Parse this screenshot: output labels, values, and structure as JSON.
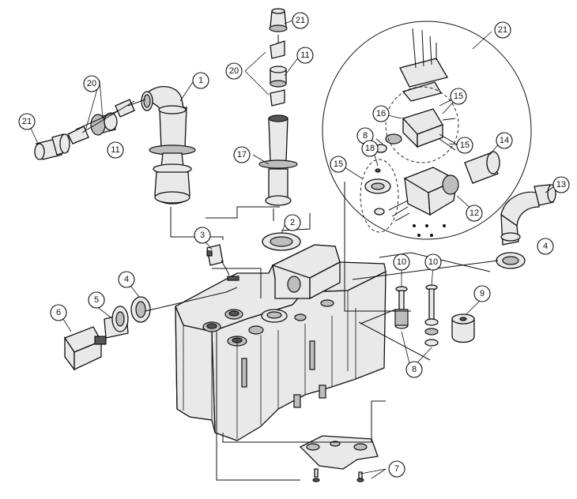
{
  "callouts": {
    "c1": "1",
    "c2": "2",
    "c3": "3",
    "c4a": "4",
    "c4b": "4",
    "c5": "5",
    "c6": "6",
    "c7": "7",
    "c8a": "8",
    "c8b": "8",
    "c9": "9",
    "c10a": "10",
    "c10b": "10",
    "c11a": "11",
    "c11b": "11",
    "c12": "12",
    "c13": "13",
    "c14": "14",
    "c15a": "15",
    "c15b": "15",
    "c15c": "15",
    "c16": "16",
    "c17": "17",
    "c18": "18",
    "c20a": "20",
    "c20b": "20",
    "c21a": "21",
    "c21b": "21",
    "c21c": "21"
  }
}
